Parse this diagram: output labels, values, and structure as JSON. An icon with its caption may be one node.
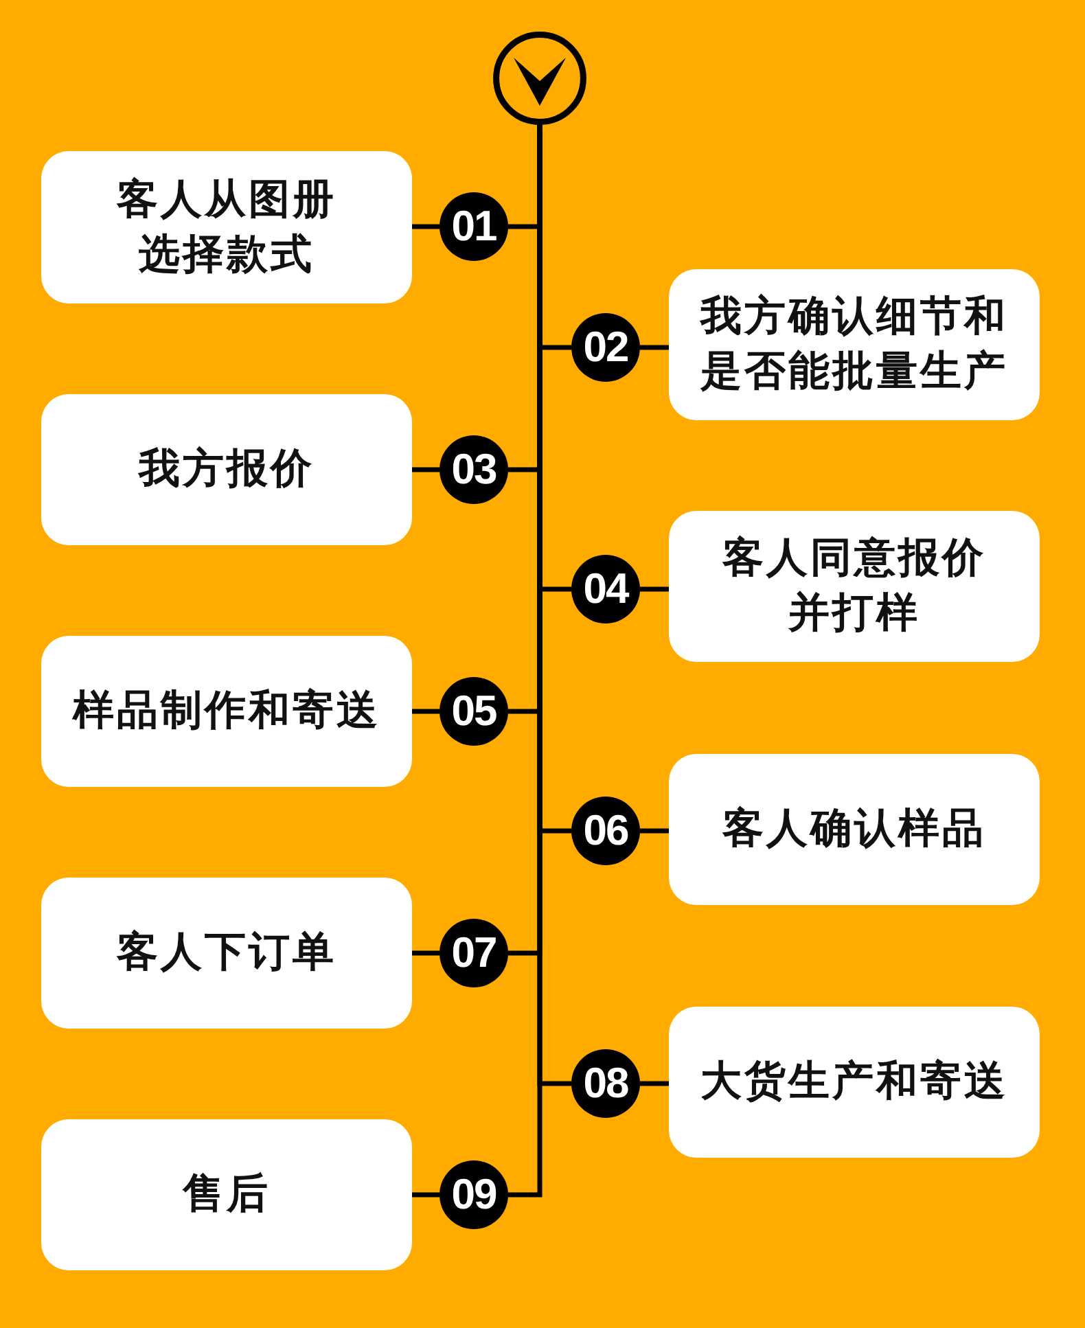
{
  "diagram": {
    "nodes": [
      {
        "text": [],
        "shape": "circle"
      },
      {
        "text": [
          "客人从图册选择款式"
        ]
      },
      {
        "text": [
          "01"
        ]
      },
      {
        "text": [
          "02"
        ]
      },
      {
        "text": [
          "我方确认细节和是否能批量生产"
        ]
      },
      {
        "text": [
          "我方报价"
        ]
      },
      {
        "text": [
          "03"
        ]
      },
      {
        "text": [
          "04"
        ]
      },
      {
        "text": [
          "客人同意报价并打样"
        ]
      },
      {
        "text": [
          "样品制作和寄送"
        ]
      },
      {
        "text": [
          "05"
        ]
      },
      {
        "text": [
          "06"
        ]
      },
      {
        "text": [
          "客人确认样品"
        ]
      },
      {
        "text": [
          "客人下订单"
        ]
      },
      {
        "text": [
          "07"
        ]
      },
      {
        "text": [
          "08"
        ]
      },
      {
        "text": [
          "大货生产和寄送"
        ]
      },
      {
        "text": [
          "售后"
        ]
      },
      {
        "text": [
          "09"
        ]
      }
    ],
    "edges": [
      {
        "from": 0,
        "to": 2,
        "arrow": "none"
      },
      {
        "from": 0,
        "to": 3,
        "arrow": "none"
      },
      {
        "from": 0,
        "to": 6,
        "arrow": "none"
      },
      {
        "from": 0,
        "to": 7,
        "arrow": "none"
      },
      {
        "from": 0,
        "to": 10,
        "arrow": "none"
      },
      {
        "from": 0,
        "to": 11,
        "arrow": "none"
      },
      {
        "from": 0,
        "to": 14,
        "arrow": "none"
      },
      {
        "from": 0,
        "to": 15,
        "arrow": "none"
      },
      {
        "from": 0,
        "to": 18,
        "arrow": "none"
      },
      {
        "from": 2,
        "to": 1,
        "arrow": "none"
      },
      {
        "from": 3,
        "to": 4,
        "arrow": "none"
      },
      {
        "from": 6,
        "to": 5,
        "arrow": "none"
      },
      {
        "from": 7,
        "to": 8,
        "arrow": "none"
      },
      {
        "from": 10,
        "to": 9,
        "arrow": "none"
      },
      {
        "from": 11,
        "to": 12,
        "arrow": "none"
      },
      {
        "from": 14,
        "to": 13,
        "arrow": "none"
      },
      {
        "from": 15,
        "to": 16,
        "arrow": "none"
      },
      {
        "from": 18,
        "to": 17,
        "arrow": "none"
      }
    ]
  }
}
